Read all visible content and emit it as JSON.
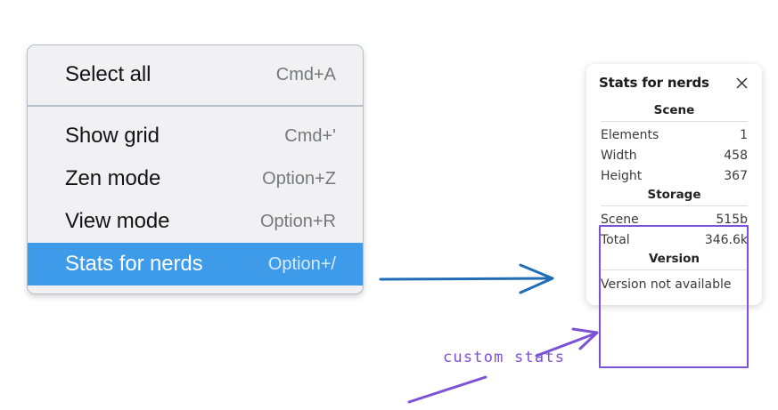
{
  "context_menu": {
    "groups": [
      {
        "items": [
          {
            "label": "Select all",
            "shortcut": "Cmd+A",
            "selected": false
          }
        ]
      },
      {
        "items": [
          {
            "label": "Show grid",
            "shortcut": "Cmd+'",
            "selected": false
          },
          {
            "label": "Zen mode",
            "shortcut": "Option+Z",
            "selected": false
          },
          {
            "label": "View mode",
            "shortcut": "Option+R",
            "selected": false
          },
          {
            "label": "Stats for nerds",
            "shortcut": "Option+/",
            "selected": true
          }
        ]
      }
    ]
  },
  "stats_panel": {
    "title": "Stats for nerds",
    "close_icon": "close-icon",
    "sections": [
      {
        "heading": "Scene",
        "rows": [
          {
            "key": "Elements",
            "value": "1"
          },
          {
            "key": "Width",
            "value": "458"
          },
          {
            "key": "Height",
            "value": "367"
          }
        ]
      },
      {
        "heading": "Storage",
        "rows": [
          {
            "key": "Scene",
            "value": "515b"
          },
          {
            "key": "Total",
            "value": "346.6k"
          }
        ]
      },
      {
        "heading": "Version",
        "note": "Version not available"
      }
    ]
  },
  "annotations": {
    "handwritten_label": "custom stats",
    "arrow_color": "#7b52d6",
    "pointer_arrow_color": "#1f6eb5",
    "highlight_color": "#7b52d6"
  }
}
